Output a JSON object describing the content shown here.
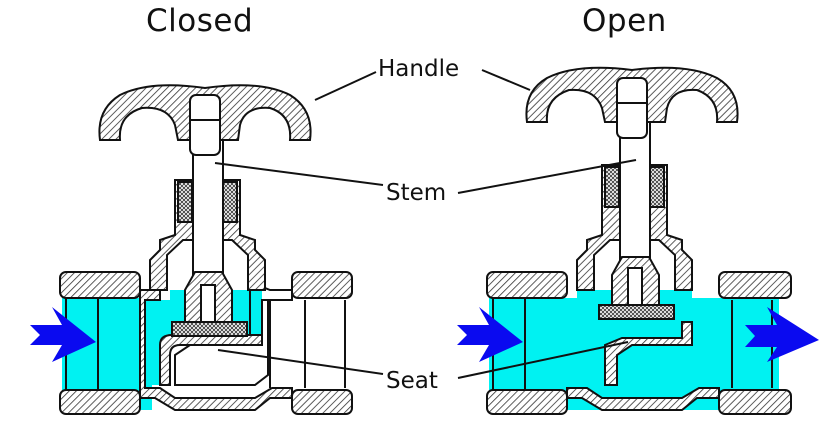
{
  "titles": {
    "closed": "Closed",
    "open": "Open"
  },
  "labels": {
    "handle": "Handle",
    "stem": "Stem",
    "seat": "Seat"
  },
  "colors": {
    "fluid": "#00f2f2",
    "arrow": "#0a0af0",
    "metal": "#222222"
  }
}
